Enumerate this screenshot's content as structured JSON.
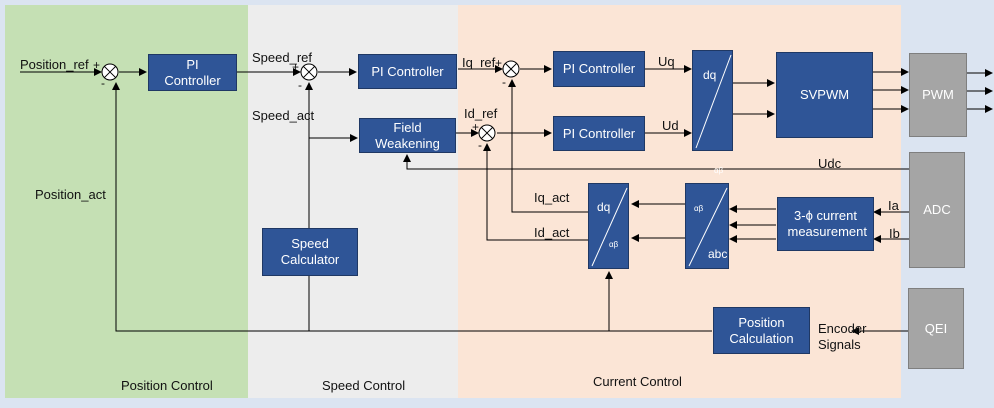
{
  "colors": {
    "page_background": "#dbe4f1",
    "position_region": "#c5e0b4",
    "speed_region": "#ededed",
    "current_region": "#fbe5d6",
    "block_fill": "#2f5597",
    "peripheral_fill": "#a5a5a5",
    "wire": "#000000"
  },
  "regions": {
    "position": "Position Control",
    "speed": "Speed Control",
    "current": "Current Control"
  },
  "blocks": {
    "pi_position": "PI Controller",
    "pi_speed": "PI Controller",
    "field_weakening": "Field Weakening",
    "speed_calculator": "Speed Calculator",
    "pi_iq": "PI Controller",
    "pi_id": "PI Controller",
    "svpwm": "SVPWM",
    "current_measurement": "3-ϕ current measurement",
    "position_calculation": "Position Calculation",
    "pwm": "PWM",
    "adc": "ADC",
    "qei": "QEI"
  },
  "transforms": {
    "dq_to_ab": {
      "top": "dq",
      "bottom": "αβ"
    },
    "ab_to_dq": {
      "top": "dq",
      "bottom": "αβ"
    },
    "abc_to_ab": {
      "top": "αβ",
      "bottom": "abc"
    }
  },
  "signals": {
    "position_ref": "Position_ref",
    "position_act": "Position_act",
    "speed_ref": "Speed_ref",
    "speed_act": "Speed_act",
    "iq_ref": "Iq_ref",
    "id_ref": "Id_ref",
    "uq": "Uq",
    "ud": "Ud",
    "udc": "Udc",
    "iq_act": "Iq_act",
    "id_act": "Id_act",
    "ia": "Ia",
    "ib": "Ib",
    "encoder_signals": "Encoder Signals"
  },
  "signs": {
    "plus": "+",
    "minus": "-"
  },
  "icons": {
    "summing_junction": "circle-cross-icon",
    "arrowhead": "arrow-right-icon"
  }
}
